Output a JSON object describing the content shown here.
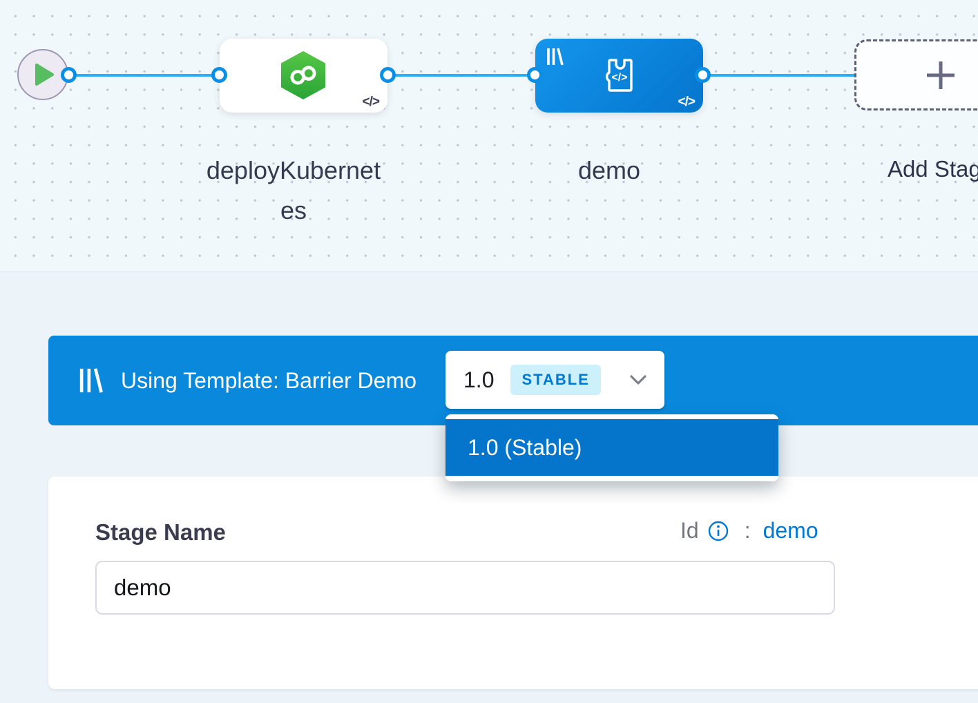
{
  "pipeline_canvas": {
    "start_node": {
      "icon": "play-icon"
    },
    "stages": [
      {
        "label": "deployKubernetes",
        "main_icon": "kubernetes-rollout-icon",
        "corner_icon": "code-icon"
      },
      {
        "label": "demo",
        "template_icon": "template-icon",
        "main_icon": "custom-stage-icon",
        "corner_icon": "code-icon"
      }
    ],
    "add_stage": {
      "label": "Add Stage",
      "icon": "plus-icon"
    }
  },
  "template_banner": {
    "icon": "template-icon",
    "text": "Using Template: Barrier Demo",
    "version_selector": {
      "version": "1.0",
      "badge": "STABLE",
      "icon": "chevron-down-icon"
    }
  },
  "version_menu": {
    "items": [
      {
        "label": "1.0 (Stable)",
        "selected": true
      }
    ]
  },
  "stage_panel": {
    "name_label": "Stage Name",
    "id_label": "Id",
    "id_info_icon": "info-icon",
    "id_separator": ":",
    "id_value": "demo",
    "name_input": {
      "value": "demo"
    }
  },
  "icons": {
    "code_glyph": "</>"
  },
  "colors": {
    "banner_blue": "#0a89dc",
    "menu_item_blue": "#0575cb",
    "link_blue": "#0278d5",
    "edge_blue": "#2ab0f2",
    "port_ring_blue": "#0b8fe6",
    "stable_badge_bg": "#ccf1fd",
    "node_green": "#3db63e",
    "start_play_green": "#58bd61",
    "dashed_border": "#5a5f7a"
  }
}
